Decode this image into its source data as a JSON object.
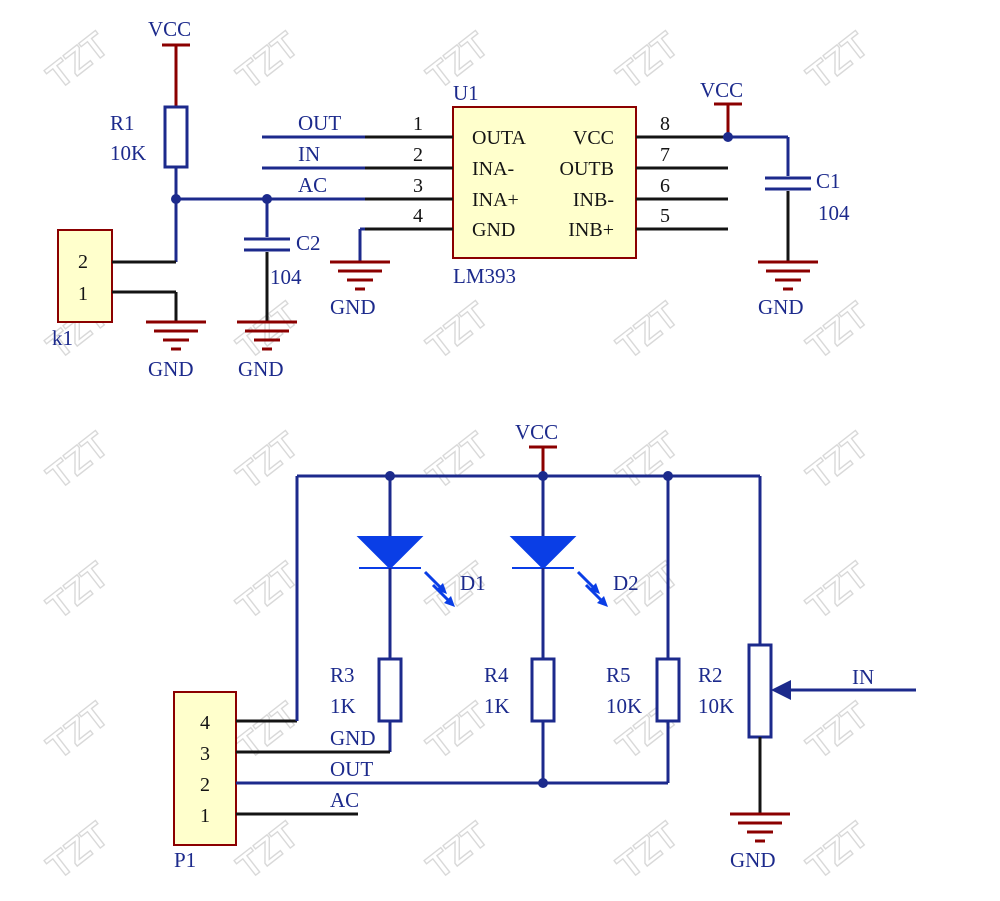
{
  "watermark": "TZT",
  "power": {
    "vcc": "VCC",
    "gnd": "GND"
  },
  "u1": {
    "designator": "U1",
    "part": "LM393",
    "pins": [
      {
        "num": "1",
        "name": "OUTA"
      },
      {
        "num": "2",
        "name": "INA-"
      },
      {
        "num": "3",
        "name": "INA+"
      },
      {
        "num": "4",
        "name": "GND"
      },
      {
        "num": "5",
        "name": "INB+"
      },
      {
        "num": "6",
        "name": "INB-"
      },
      {
        "num": "7",
        "name": "OUTB"
      },
      {
        "num": "8",
        "name": "VCC"
      }
    ]
  },
  "nets": {
    "out": "OUT",
    "in": "IN",
    "ac": "AC",
    "gnd": "GND"
  },
  "r1": {
    "designator": "R1",
    "value": "10K"
  },
  "r2": {
    "designator": "R2",
    "value": "10K"
  },
  "r3": {
    "designator": "R3",
    "value": "1K"
  },
  "r4": {
    "designator": "R4",
    "value": "1K"
  },
  "r5": {
    "designator": "R5",
    "value": "10K"
  },
  "c1": {
    "designator": "C1",
    "value": "104"
  },
  "c2": {
    "designator": "C2",
    "value": "104"
  },
  "d1": {
    "designator": "D1"
  },
  "d2": {
    "designator": "D2"
  },
  "k1": {
    "designator": "k1",
    "pins": [
      "2",
      "1"
    ]
  },
  "p1": {
    "designator": "P1",
    "pins": [
      "4",
      "3",
      "2",
      "1"
    ]
  },
  "colors": {
    "wire": "#1c2a8c",
    "power": "#8b0000",
    "pin": "#141414",
    "body": "#ffffcc",
    "led": "#0a3ee6"
  }
}
